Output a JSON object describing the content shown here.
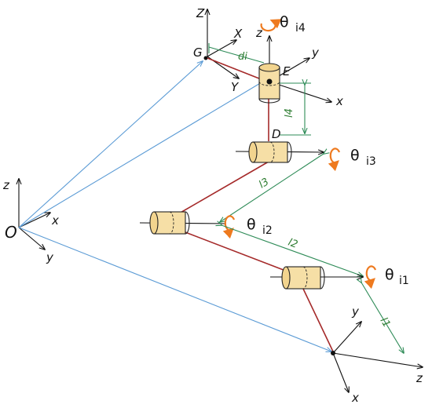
{
  "labels": {
    "origin": "O",
    "origin_x": "x",
    "origin_y": "y",
    "origin_z": "z",
    "point_G": "G",
    "point_E": "E",
    "point_D": "D",
    "G_X": "X",
    "G_Y": "Y",
    "G_Z": "Z",
    "E_x": "x",
    "E_y": "y",
    "E_z": "z",
    "base_x": "x",
    "base_y": "y",
    "base_z": "z",
    "d": "di",
    "l1": "l1",
    "l2": "l2",
    "l3": "l3",
    "l4": "l4"
  },
  "joints": {
    "theta_symbol": "θ",
    "j1_sub": "i1",
    "j2_sub": "i2",
    "j3_sub": "i3",
    "j4_sub": "i4"
  },
  "colors": {
    "position_vector": "#5b9bd5",
    "link": "#a52a2a",
    "length_marker": "#2e8b57",
    "rotation_arrow": "#ee7a1f",
    "joint_cylinder": "#f6dfa6"
  }
}
